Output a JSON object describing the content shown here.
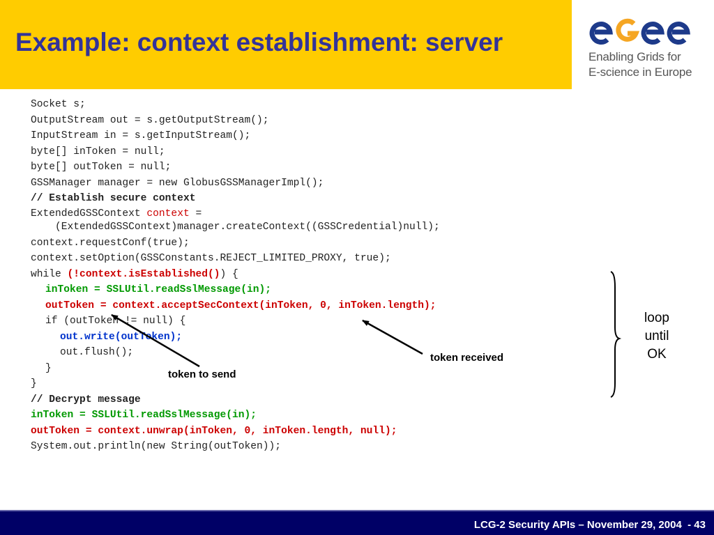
{
  "slide": {
    "title": "Example: context establishment: server"
  },
  "logo": {
    "wordmark": "egee",
    "line1": "Enabling Grids for",
    "line2": "E-science in Europe",
    "colors": {
      "blue": "#1d3a8a",
      "orange": "#f5a623",
      "text": "#555555"
    }
  },
  "code": {
    "l01": "Socket s;",
    "l02": "OutputStream out = s.getOutputStream();",
    "l03": "InputStream in = s.getInputStream();",
    "l04": "byte[] inToken = null;",
    "l05": "byte[] outToken = null;",
    "l06": "GSSManager manager = new GlobusGSSManagerImpl();",
    "l07": "// Establish secure context",
    "l08a": "ExtendedGSSContext ",
    "l08b": "context",
    "l08c": " =",
    "l08d": "    (ExtendedGSSContext)manager.createContext((GSSCredential)null);",
    "l09": "context.requestConf(true);",
    "l10": "context.setOption(GSSConstants.REJECT_LIMITED_PROXY, true);",
    "l11a": "while ",
    "l11b": "(!context.isEstablished()",
    "l11c": ") {",
    "l12": "inToken = SSLUtil.readSslMessage(in);",
    "l13": "outToken = context.acceptSecContext(inToken, 0, inToken.length);",
    "l14": "if (outToken != null) {",
    "l15": "out.write(outToken);",
    "l16": "out.flush();",
    "l17": "}",
    "l18": "}",
    "l19": "// Decrypt message",
    "l20": "inToken = SSLUtil.readSslMessage(in);",
    "l21": "outToken = context.unwrap(inToken, 0, inToken.length, null);",
    "l22": "System.out.println(new String(outToken));"
  },
  "annotations": {
    "token_send": "token to send",
    "token_received": "token received",
    "loop_1": "loop",
    "loop_2": "until",
    "loop_3": "OK"
  },
  "footer": {
    "text": "LCG-2 Security APIs – November 29, 2004  - 43"
  },
  "colors": {
    "header_bg": "#ffcc00",
    "title": "#333399",
    "footer_bg": "#000066",
    "code_red": "#cc0000",
    "code_green": "#009900",
    "code_blue": "#0033cc"
  }
}
